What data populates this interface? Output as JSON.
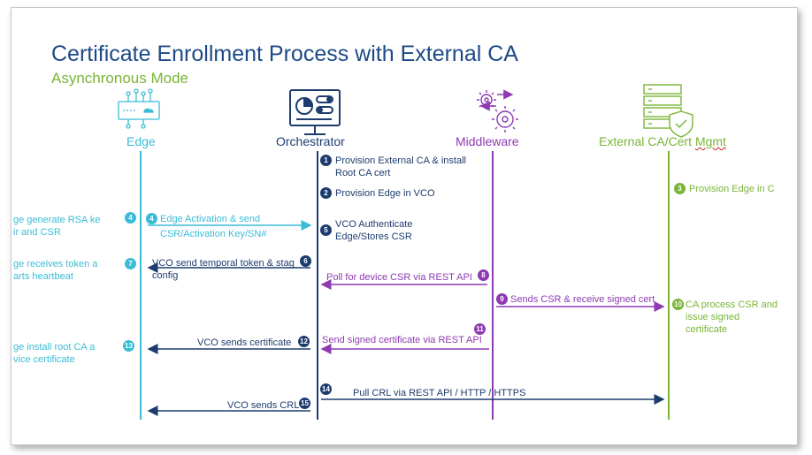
{
  "header": {
    "title": "Certificate Enrollment Process with External CA",
    "subtitle": "Asynchronous Mode"
  },
  "colors": {
    "edge": "#3bbcd6",
    "orchestrator": "#1d3c6e",
    "middleware": "#8e3ab3",
    "ca": "#79b536",
    "title": "#1d4a86"
  },
  "actors": {
    "edge": {
      "label": "Edge",
      "icon": "edge-device-icon"
    },
    "orchestrator": {
      "label": "Orchestrator",
      "icon": "dashboard-monitor-icon"
    },
    "middleware": {
      "label": "Middleware",
      "icon": "gears-arrows-icon"
    },
    "ca": {
      "label_prefix": "External CA/Cert ",
      "label_suffix": "Mgmt",
      "icon": "server-shield-icon"
    }
  },
  "steps": {
    "s1": {
      "num": "1",
      "line1": "Provision External CA & install",
      "line2": "Root CA cert"
    },
    "s2": {
      "num": "2",
      "text": "Provision Edge in VCO"
    },
    "s3": {
      "num": "3",
      "text": "Provision Edge in C"
    },
    "s4_edge": {
      "num": "4",
      "line1": "ge generate RSA ke",
      "line2": "ir and CSR"
    },
    "s4_msg": {
      "num": "4",
      "line1": "Edge Activation & send",
      "line2": "CSR/Activation Key/SN#"
    },
    "s5": {
      "num": "5",
      "line1": "VCO Authenticate",
      "line2": "Edge/Stores CSR"
    },
    "s6": {
      "num": "6",
      "line1": "VCO send temporal token & stag",
      "line2": "config"
    },
    "s7": {
      "num": "7",
      "line1": "ge receives token a",
      "line2": "arts heartbeat"
    },
    "s8": {
      "num": "8",
      "text": "Poll for device CSR via REST API"
    },
    "s9": {
      "num": "9",
      "text": "Sends CSR & receive signed cert"
    },
    "s10": {
      "num": "10",
      "line1": "CA process CSR and",
      "line2": "issue signed",
      "line3": "certificate"
    },
    "s11": {
      "num": "11",
      "text": "Send signed certificate via REST API"
    },
    "s12": {
      "num": "12",
      "text": "VCO sends certificate"
    },
    "s13": {
      "num": "13",
      "line1": "ge install root CA a",
      "line2": "vice certificate"
    },
    "s14": {
      "num": "14",
      "text": "Pull CRL via REST API / HTTP / HTTPS"
    },
    "s15": {
      "num": "15",
      "text": "VCO sends CRL"
    }
  }
}
